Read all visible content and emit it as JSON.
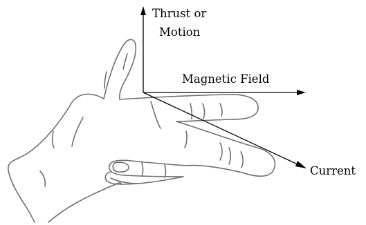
{
  "diagram": {
    "axes": {
      "thrust": {
        "label_line1": "Thrust or",
        "label_line2": "Motion"
      },
      "field": {
        "label": "Magnetic Field"
      },
      "current": {
        "label": "Current"
      }
    },
    "colors": {
      "axis": "#000000",
      "hand_outline": "#6e6e6e",
      "background": "#ffffff"
    }
  }
}
